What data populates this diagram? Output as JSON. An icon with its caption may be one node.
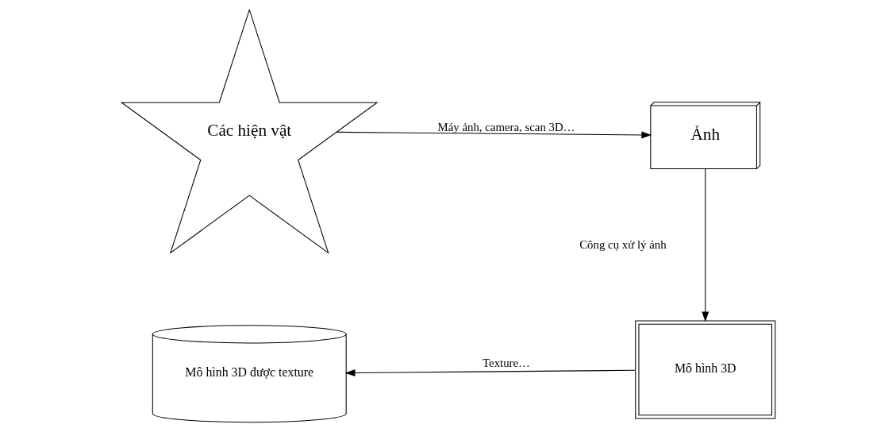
{
  "diagram": {
    "nodes": [
      {
        "text": [
          "Các hiện vật"
        ]
      },
      {
        "text": [
          "Ảnh"
        ]
      },
      {
        "text": [
          "Mô hình 3D"
        ]
      },
      {
        "text": [
          "Mô hình 3D được texture"
        ]
      }
    ],
    "edges": [
      {
        "from": 0,
        "to": 1,
        "arrow": "to",
        "label": "Máy ảnh, camera, scan 3D…"
      },
      {
        "from": 1,
        "to": 2,
        "arrow": "to",
        "label": "Công cụ xử lý ảnh"
      },
      {
        "from": 2,
        "to": 3,
        "arrow": "to",
        "label": "Texture…"
      }
    ]
  }
}
